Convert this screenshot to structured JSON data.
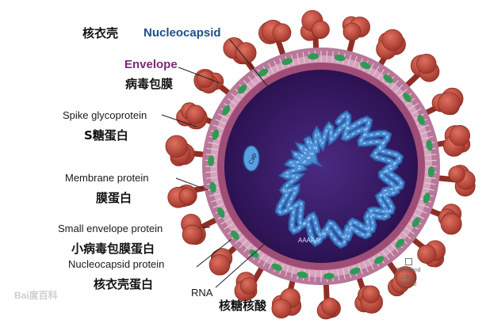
{
  "labels": {
    "capsid_zh": "核衣壳",
    "nucleocapsid_en": "Nucleocapsid",
    "envelope_en": "Envelope",
    "envelope_zh": "病毒包膜",
    "spike_en": "Spike glycoprotein",
    "spike_zh": "S糖蛋白",
    "membrane_en": "Membrane protein",
    "membrane_zh": "膜蛋白",
    "small_env_en": "Small envelope protein",
    "small_env_zh": "小病毒包膜蛋白",
    "nucleo_protein_en": "Nucleocapsid protein",
    "nucleo_protein_zh": "核衣壳蛋白",
    "rna_en": "RNA",
    "rna_zh": "核糖核酸",
    "cap": "Cap",
    "polya": "AAAAA"
  },
  "credit": {
    "line1": "Cleveland",
    "line2": "Clinic",
    "year": "©2020"
  },
  "watermark": "Bai度百科",
  "colors": {
    "spike": "#c0473a",
    "spike_dark": "#8e2e25",
    "membrane": "#c98fa9",
    "membrane_band": "#9f4d77",
    "green_protein": "#2f9a55",
    "interior": "#3a1d68",
    "rna": "#4f8fd6",
    "title_blue": "#1f4e8c",
    "title_purple": "#7a2a78"
  }
}
